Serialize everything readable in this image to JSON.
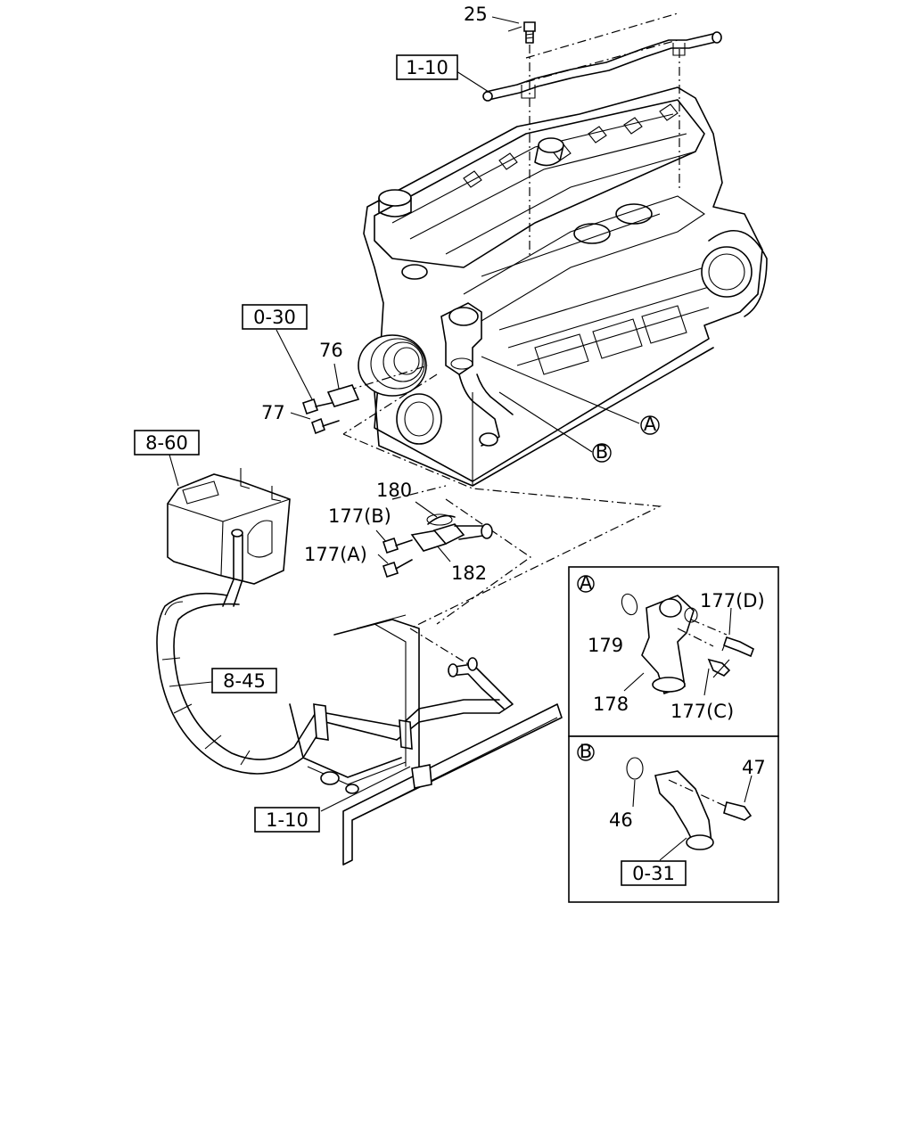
{
  "refs": {
    "r_1_10_top": "1-10",
    "r_0_30": "0-30",
    "r_8_60": "8-60",
    "r_8_45": "8-45",
    "r_1_10_bottom": "1-10",
    "r_0_31": "0-31"
  },
  "parts": {
    "p25": "25",
    "p76": "76",
    "p77": "77",
    "p180": "180",
    "p177b": "177(B)",
    "p177a": "177(A)",
    "p182": "182",
    "p179": "179",
    "p177d": "177(D)",
    "p178": "178",
    "p177c": "177(C)",
    "p47": "47",
    "p46": "46"
  },
  "callouts": {
    "a": "A",
    "b": "B"
  },
  "insets": {
    "a_title": "A",
    "b_title": "B"
  }
}
